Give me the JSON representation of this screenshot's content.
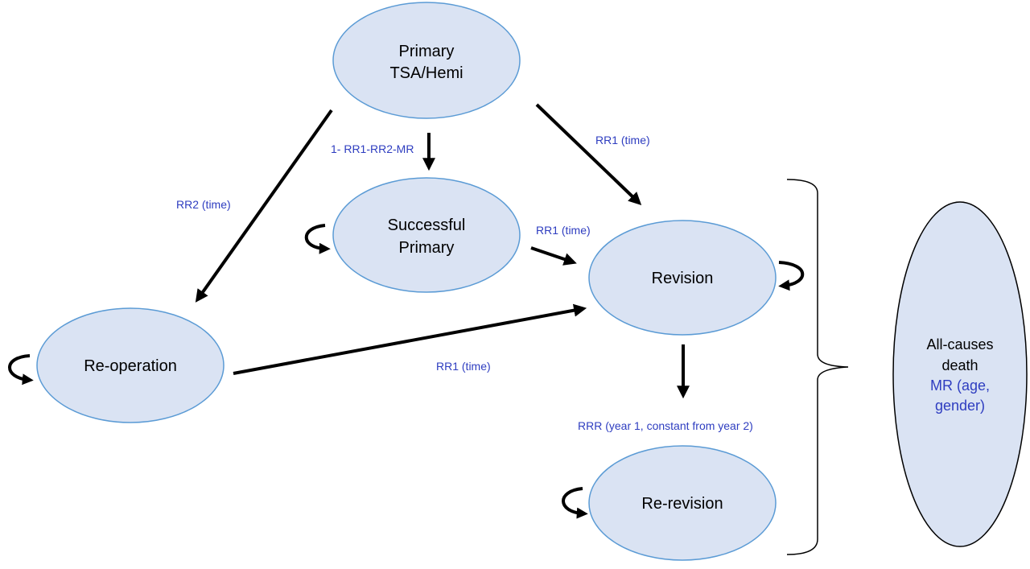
{
  "nodes": {
    "primary": {
      "line1": "Primary",
      "line2": "TSA/Hemi"
    },
    "successful": {
      "line1": "Successful",
      "line2": "Primary"
    },
    "revision": {
      "label": "Revision"
    },
    "reoperation": {
      "label": "Re-operation"
    },
    "rerevision": {
      "label": "Re-revision"
    },
    "death": {
      "line1": "All-causes",
      "line2": "death",
      "line3": "MR (age,",
      "line4": "gender)"
    }
  },
  "edges": {
    "primary_to_successful": "1- RR1-RR2-MR",
    "primary_to_revision": "RR1 (time)",
    "primary_to_reoperation": "RR2 (time)",
    "successful_to_revision": "RR1 (time)",
    "reoperation_to_revision": "RR1 (time)",
    "revision_to_rerevision": "RRR (year 1, constant from year 2)"
  },
  "colors": {
    "node_fill": "#dae3f3",
    "node_stroke": "#5b9bd5",
    "label_text": "#2e3dc0",
    "arrow": "#000000"
  }
}
